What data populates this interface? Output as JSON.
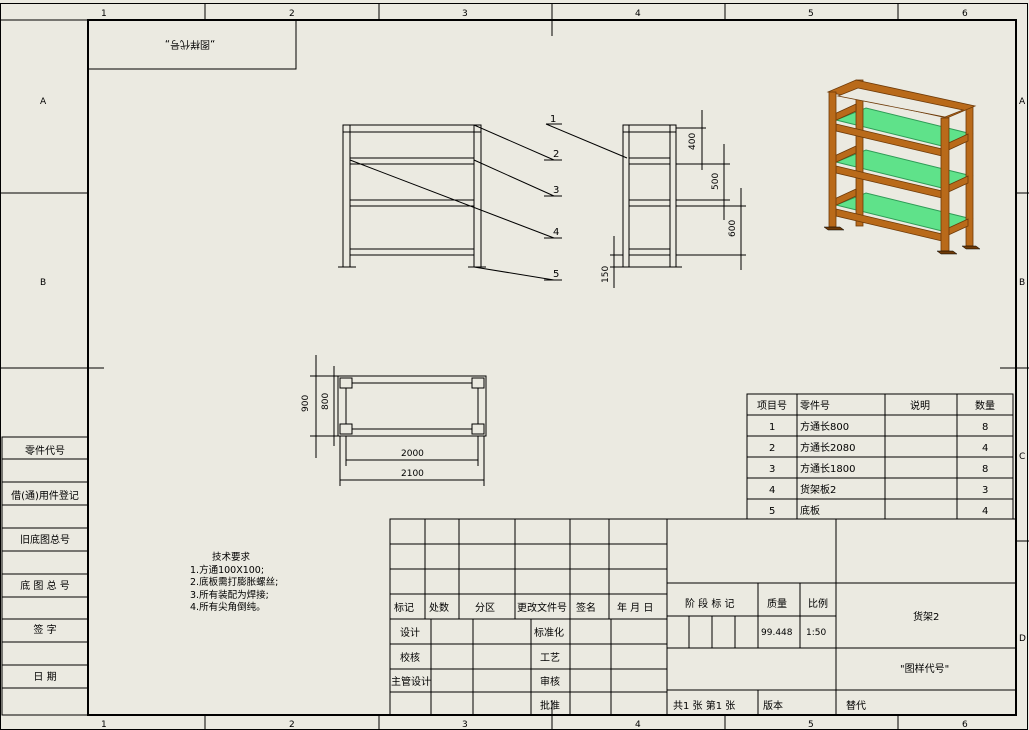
{
  "zone_columns": [
    "1",
    "2",
    "3",
    "4",
    "5",
    "6"
  ],
  "zone_rows": [
    "A",
    "B",
    "C",
    "D"
  ],
  "corner_stamp": "„图样代号„",
  "side_labels": [
    "零件代号",
    "借(通)用件登记",
    "旧底图总号",
    "底 图 总 号",
    "签 字",
    "日 期"
  ],
  "tech_requirements": {
    "title": "技术要求",
    "items": [
      "1.方通100X100;",
      "2.底板需打膨胀螺丝;",
      "3.所有装配为焊接;",
      "4.所有尖角倒纯。"
    ]
  },
  "balloons": [
    "1",
    "2",
    "3",
    "4",
    "5"
  ],
  "dims": {
    "side_400": "400",
    "side_500": "500",
    "side_600": "600",
    "side_150": "150",
    "top_900": "900",
    "top_800": "800",
    "top_2000": "2000",
    "top_2100": "2100"
  },
  "bom": {
    "headers": [
      "项目号",
      "零件号",
      "说明",
      "数量"
    ],
    "rows": [
      [
        "1",
        "方通长800",
        "",
        "8"
      ],
      [
        "2",
        "方通长2080",
        "",
        "4"
      ],
      [
        "3",
        "方通长1800",
        "",
        "8"
      ],
      [
        "4",
        "货架板2",
        "",
        "3"
      ],
      [
        "5",
        "底板",
        "",
        "4"
      ]
    ]
  },
  "title_block": {
    "rev_headers": [
      "标记",
      "处数",
      "分区",
      "更改文件号",
      "签名",
      "年 月 日"
    ],
    "design": "设计",
    "standard": "标准化",
    "check": "校核",
    "process": "工艺",
    "chief": "主管设计",
    "review": "审核",
    "approve": "批准",
    "stage": "阶 段 标 记",
    "mass_label": "质量",
    "scale_label": "比例",
    "mass": "99.448",
    "scale": "1:50",
    "name": "货架2",
    "drawing_no": "\"图样代号\"",
    "sheets": "共1 张  第1 张",
    "version": "版本",
    "replaces": "替代"
  },
  "colors": {
    "wood": "#b96a1a",
    "wood_dark": "#6e3a08",
    "shelf": "#5fe28a",
    "shelf_dark": "#2f9b56",
    "paper": "#ebeae1"
  }
}
